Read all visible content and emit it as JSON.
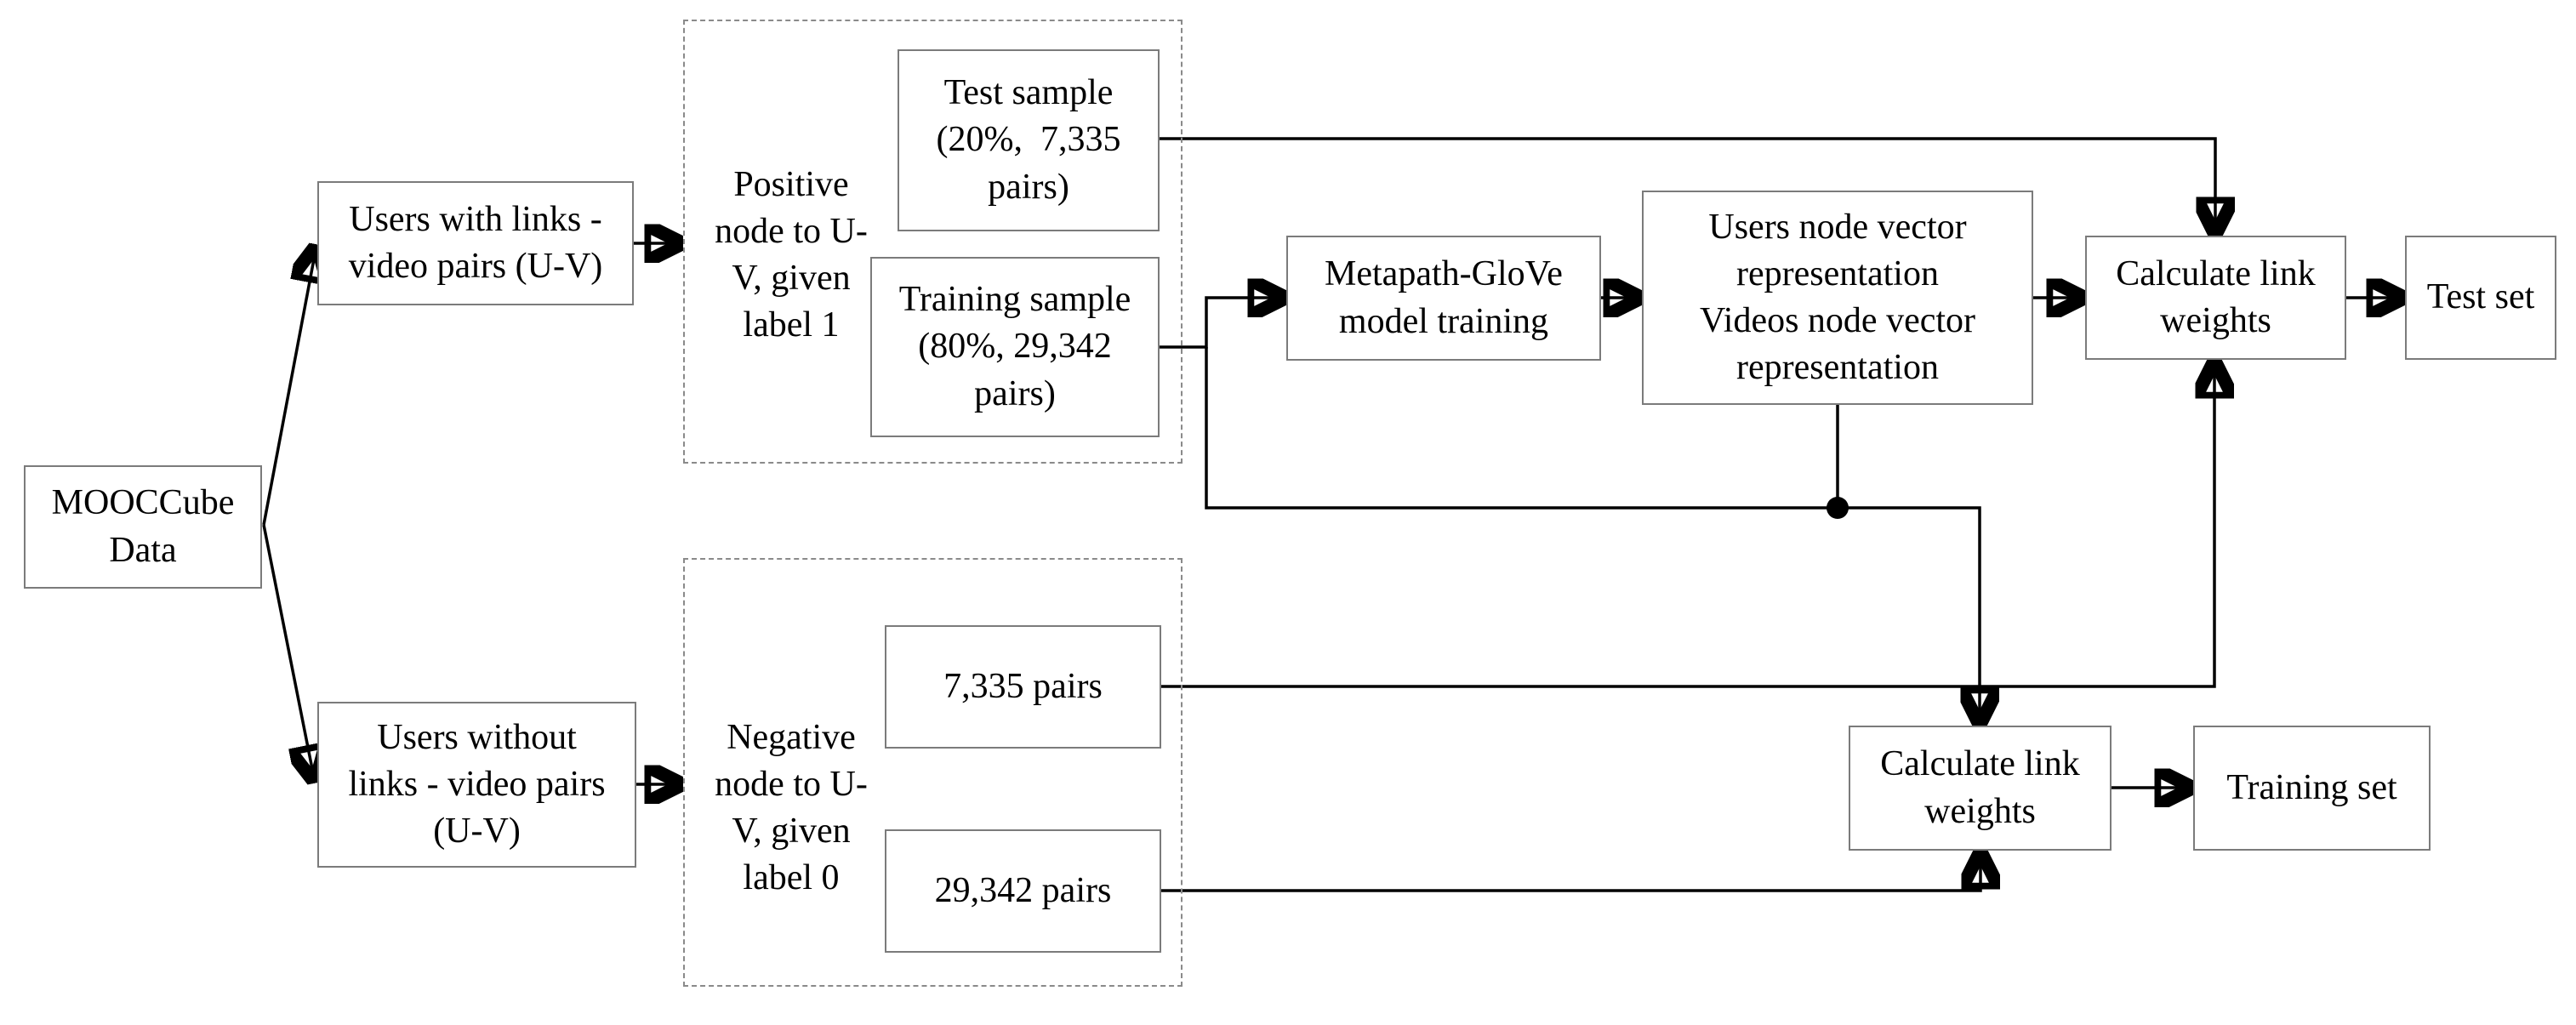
{
  "nodes": {
    "mooccube": {
      "label": "MOOCCube\nData"
    },
    "users_with": {
      "label": "Users with links -\nvideo pairs (U-V)"
    },
    "users_without": {
      "label": "Users without\nlinks - video pairs\n(U-V)"
    },
    "test_sample": {
      "label": "Test sample\n(20%,  7,335\npairs)"
    },
    "training_sample": {
      "label": "Training sample\n(80%, 29,342\npairs)"
    },
    "pairs_7335": {
      "label": "7,335 pairs"
    },
    "pairs_29342": {
      "label": "29,342 pairs"
    },
    "metapath": {
      "label": "Metapath-GloVe\nmodel training"
    },
    "node_vectors": {
      "label": "Users node vector\nrepresentation\nVideos node vector\nrepresentation"
    },
    "calc_top": {
      "label": "Calculate link\nweights"
    },
    "test_set": {
      "label": "Test set"
    },
    "calc_bottom": {
      "label": "Calculate link\nweights"
    },
    "training_set": {
      "label": "Training set"
    }
  },
  "groups": {
    "positive": {
      "label": "Positive\nnode to U-\nV, given\nlabel 1"
    },
    "negative": {
      "label": "Negative\nnode to U-\nV, given\nlabel 0"
    }
  },
  "colors": {
    "line": "#000000",
    "box_border": "#7b7b7b",
    "dashed_border": "#8a8a8a",
    "text": "#000000",
    "background": "#ffffff"
  }
}
